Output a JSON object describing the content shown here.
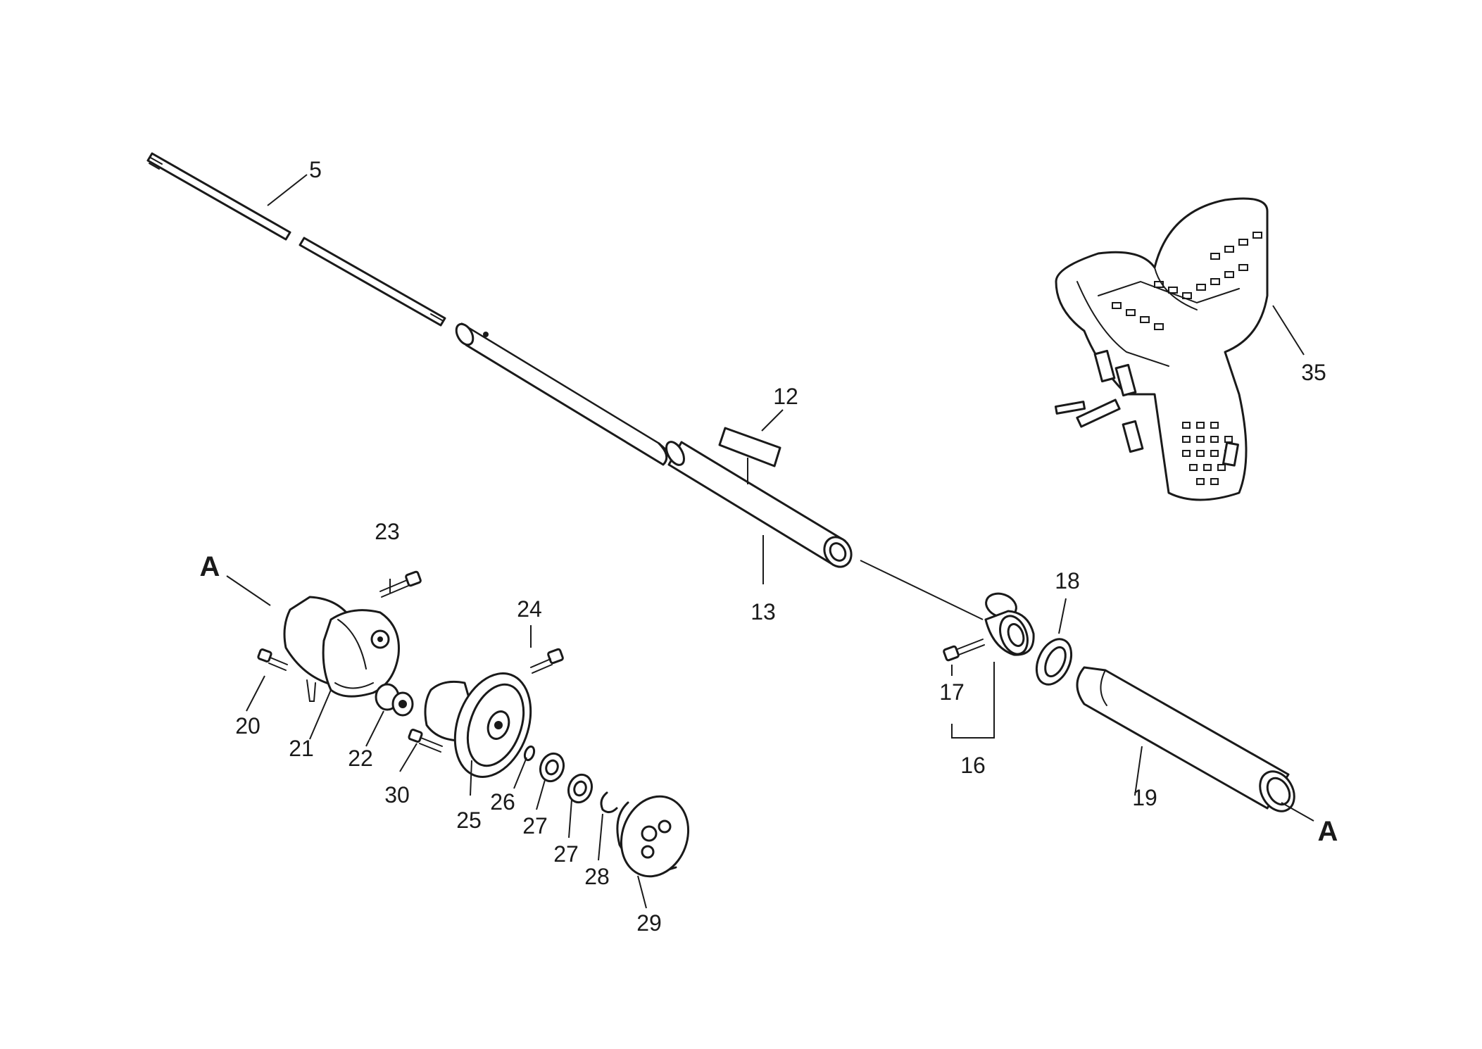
{
  "diagram": {
    "callouts": {
      "c5": "5",
      "c12": "12",
      "c13": "13",
      "c16": "16",
      "c17": "17",
      "c18": "18",
      "c19": "19",
      "c20": "20",
      "c21": "21",
      "c22": "22",
      "c23": "23",
      "c24": "24",
      "c25": "25",
      "c26": "26",
      "c27a": "27",
      "c27b": "27",
      "c28": "28",
      "c29": "29",
      "c30": "30",
      "c35": "35",
      "refA_left": "A",
      "refA_right": "A"
    }
  }
}
